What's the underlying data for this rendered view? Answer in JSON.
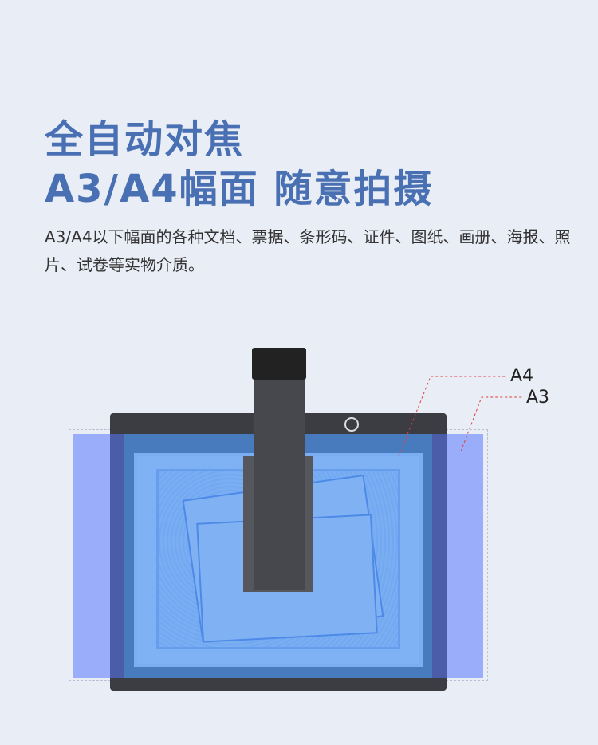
{
  "headline": {
    "line1": "全自动对焦",
    "line2": "A3/A4幅面 随意拍摄"
  },
  "description": "A3/A4以下幅面的各种文档、票据、条形码、证件、图纸、画册、海报、照片、试卷等实物介质。",
  "labels": {
    "a4": "A4",
    "a3": "A3"
  },
  "colors": {
    "title": "#4a70b4",
    "background": "#e9edf5"
  }
}
